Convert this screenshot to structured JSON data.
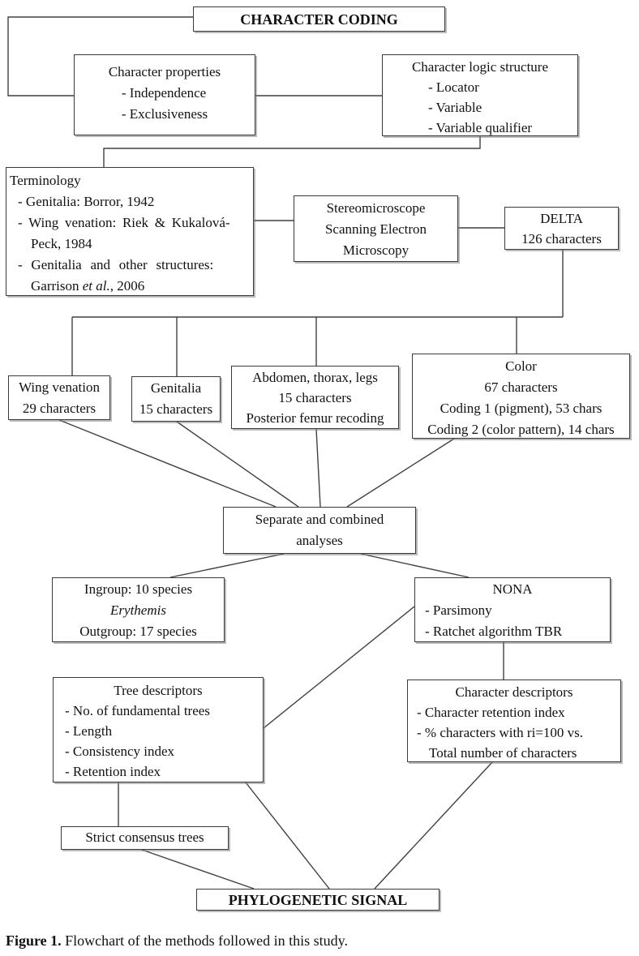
{
  "style": {
    "background": "#ffffff",
    "box_border": "#3a3a3a",
    "connector": "#404040",
    "text": "#111111"
  },
  "nodes": {
    "character_coding": {
      "title": "CHARACTER CODING"
    },
    "character_properties": {
      "title": "Character properties",
      "items": [
        "- Independence",
        "- Exclusiveness"
      ]
    },
    "character_logic": {
      "title": "Character logic structure",
      "items": [
        "- Locator",
        "- Variable",
        "- Variable qualifier"
      ]
    },
    "terminology": {
      "title": "Terminology",
      "line_genitalia": "- Genitalia: Borror, 1942",
      "line_wing": "- Wing venation: Riek & Kukalová-",
      "line_wing_cont": "Peck, 1984",
      "line_structures": "- Genitalia and other structures:",
      "garrison_prefix": "Garrison ",
      "garrison_italic": "et al.",
      "garrison_suffix": ", 2006"
    },
    "stereo": {
      "lines": [
        "Stereomicroscope",
        "Scanning Electron",
        "Microscopy"
      ]
    },
    "delta": {
      "lines": [
        "DELTA",
        "126 characters"
      ]
    },
    "wing": {
      "lines": [
        "Wing venation",
        "29 characters"
      ]
    },
    "genitalia": {
      "lines": [
        "Genitalia",
        "15 characters"
      ]
    },
    "abdomen": {
      "lines": [
        "Abdomen, thorax, legs",
        "15 characters",
        "Posterior femur recoding"
      ]
    },
    "color": {
      "lines": [
        "Color",
        "67 characters",
        "Coding 1 (pigment), 53 chars",
        "Coding 2 (color pattern), 14 chars"
      ]
    },
    "separate": {
      "lines": [
        "Separate and combined",
        "analyses"
      ]
    },
    "ingroup": {
      "line1": "Ingroup: 10 species",
      "line2_italic": "Erythemis",
      "line3": "Outgroup: 17 species"
    },
    "nona": {
      "title": "NONA",
      "items": [
        "- Parsimony",
        "- Ratchet algorithm TBR"
      ]
    },
    "tree_descriptors": {
      "title": "Tree descriptors",
      "items": [
        "- No. of fundamental trees",
        "- Length",
        "- Consistency index",
        "- Retention index"
      ]
    },
    "character_descriptors": {
      "title": "Character descriptors",
      "items": [
        "- Character retention index",
        "- % characters with ri=100 vs."
      ],
      "item_continuation": "Total number of characters"
    },
    "strict": {
      "title": "Strict consensus trees"
    },
    "signal": {
      "title": "PHYLOGENETIC SIGNAL"
    }
  },
  "caption": {
    "label": "Figure 1.",
    "text": " Flowchart of the methods followed in this study."
  }
}
